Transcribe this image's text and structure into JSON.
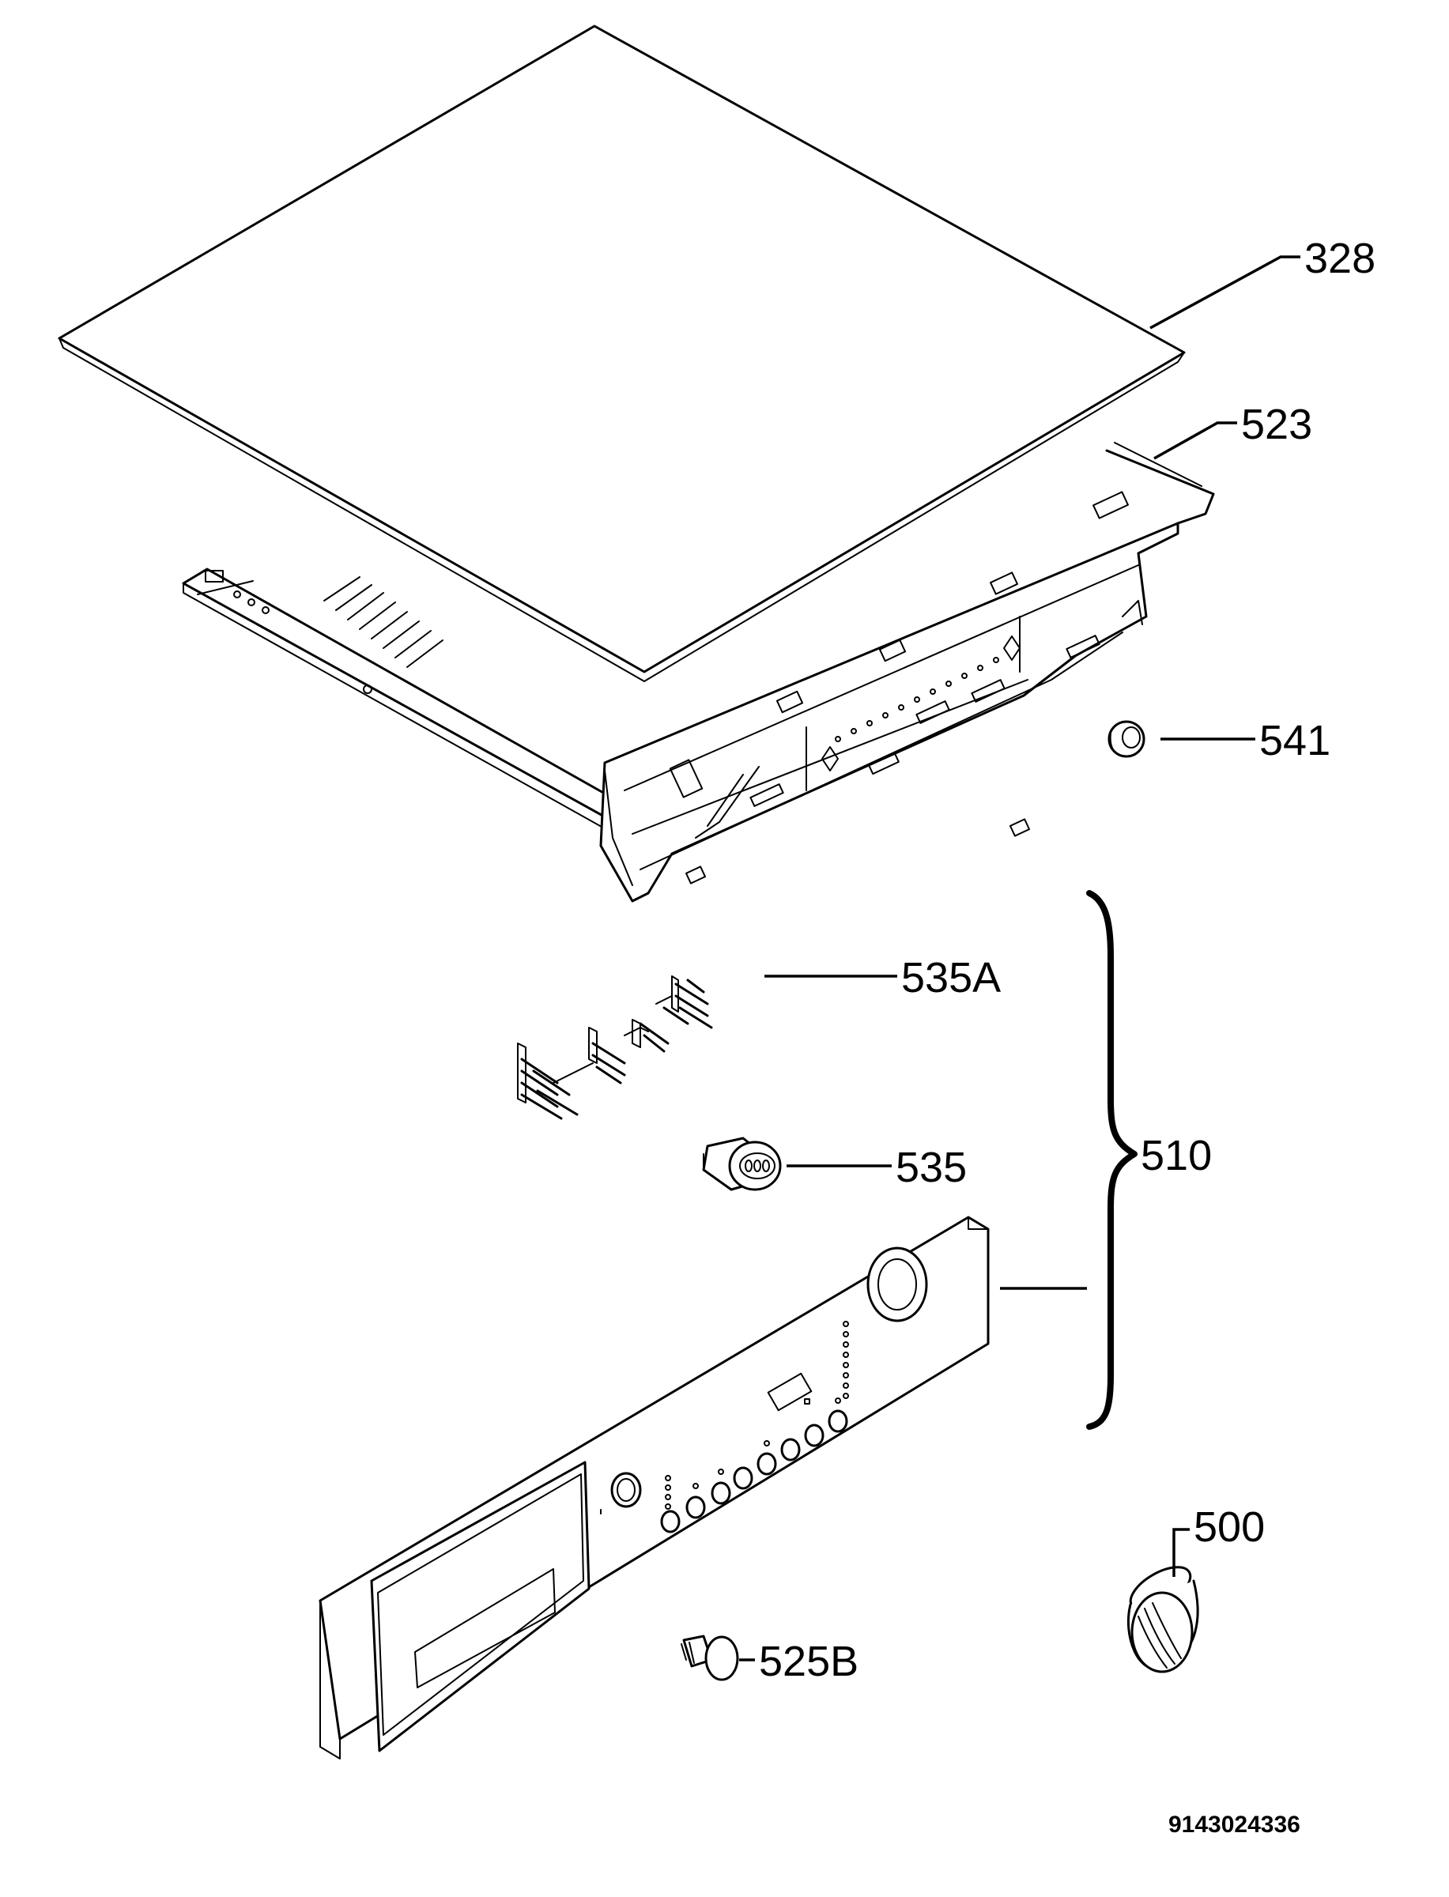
{
  "callouts": {
    "c328": "328",
    "c523": "523",
    "c541": "541",
    "c535a": "535A",
    "c535": "535",
    "c510": "510",
    "c500": "500",
    "c525b": "525B"
  },
  "document_id": "9143024336",
  "colors": {
    "line": "#000000",
    "background": "#ffffff"
  }
}
